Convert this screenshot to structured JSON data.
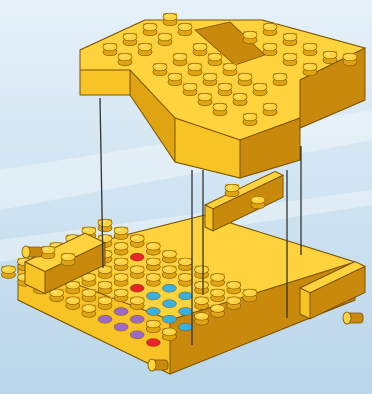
{
  "scene": {
    "background_top": "#e6f1f9",
    "background_bottom": "#b9d6ea",
    "brick_color": "#f7c325",
    "brick_top": "#ffd33d",
    "brick_shadow": "#e0a312",
    "brick_dark": "#c98a0c",
    "stud_highlight": "#ffe480",
    "outline": "#7a5300",
    "marker_red": "#e8242b",
    "marker_blue": "#3ab0e2",
    "marker_purple": "#9d6bc6",
    "guide_line": "#333333",
    "icons": [
      "lego-roof-assembly",
      "lego-base-plate",
      "alignment-guide-lines"
    ]
  }
}
